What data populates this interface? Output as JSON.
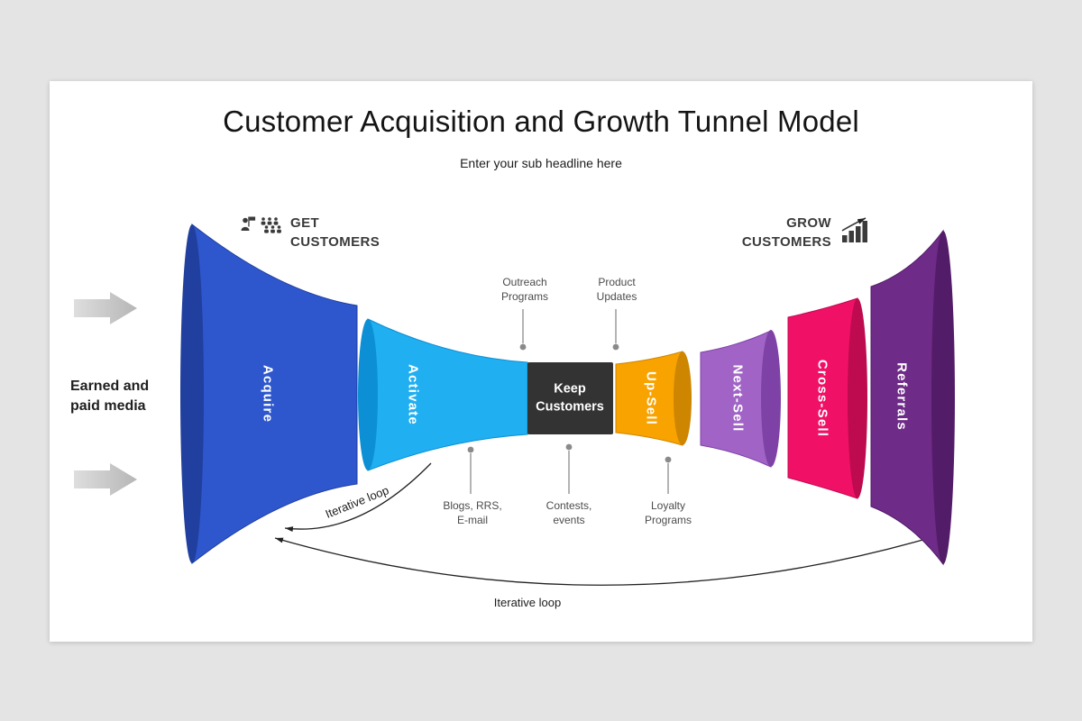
{
  "slide": {
    "title": "Customer Acquisition and Growth Tunnel Model",
    "subtitle": "Enter your sub headline here"
  },
  "left": {
    "media_label_line1": "Earned and",
    "media_label_line2": "paid media"
  },
  "groups": {
    "get": {
      "line1": "GET",
      "line2": "CUSTOMERS"
    },
    "grow": {
      "line1": "GROW",
      "line2": "CUSTOMERS"
    }
  },
  "stages": [
    {
      "label": "Acquire",
      "color": "#2E57CE",
      "rim": "#203F9E"
    },
    {
      "label": "Activate",
      "color": "#20AFF0",
      "rim": "#0C8FD4"
    },
    {
      "label": "Keep Customers",
      "color": "#333333",
      "rim": "#333333"
    },
    {
      "label": "Up-Sell",
      "color": "#F8A300",
      "rim": "#CE8500"
    },
    {
      "label": "Next-Sell",
      "color": "#A164C6",
      "rim": "#7E42A6"
    },
    {
      "label": "Cross-Sell",
      "color": "#F01167",
      "rim": "#BE0A4E"
    },
    {
      "label": "Referrals",
      "color": "#6E2B87",
      "rim": "#531C68"
    }
  ],
  "annotations": {
    "top": [
      {
        "line1": "Outreach",
        "line2": "Programs"
      },
      {
        "line1": "Product",
        "line2": "Updates"
      }
    ],
    "bottom": [
      {
        "line1": "Blogs, RRS,",
        "line2": "E-mail"
      },
      {
        "line1": "Contests,",
        "line2": "events"
      },
      {
        "line1": "Loyalty",
        "line2": "Programs"
      }
    ]
  },
  "loops": {
    "small": "Iterative loop",
    "large": "Iterative loop"
  },
  "misc": {
    "line_color": "#9a9a9a",
    "dot_color": "#8a8a8a",
    "arrow_color": "#222222",
    "icon_color": "#3a3a3a"
  }
}
